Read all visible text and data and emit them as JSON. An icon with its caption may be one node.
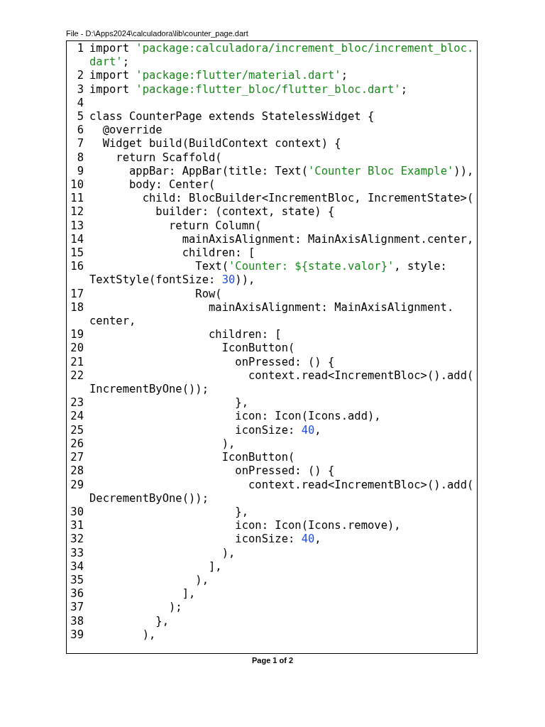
{
  "diagram": {
    "title": "File - D:\\Apps2024\\calculadora\\lib\\counter_page.dart",
    "caption": "Page 1 of 2",
    "labels": [
      "1",
      "import 'package:calculadora/increment_bloc/increment_bloc.dart';",
      "2",
      "import 'package:flutter/material.dart';",
      "3",
      "import 'package:flutter_bloc/flutter_bloc.dart';",
      "4",
      "5",
      "class CounterPage extends StatelessWidget {",
      "6",
      "  @override",
      "7",
      "  Widget build(BuildContext context) {",
      "8",
      "    return Scaffold(",
      "9",
      "      appBar: AppBar(title: Text('Counter Bloc Example')),",
      "10",
      "      body: Center(",
      "11",
      "        child: BlocBuilder<IncrementBloc, IncrementState>(",
      "12",
      "          builder: (context, state) {",
      "13",
      "            return Column(",
      "14",
      "              mainAxisAlignment: MainAxisAlignment.center,",
      "15",
      "              children: [",
      "16",
      "                Text('Counter: ${state.valor}', style: TextStyle(fontSize: 30)),",
      "17",
      "                Row(",
      "18",
      "                  mainAxisAlignment: MainAxisAlignment.center,",
      "19",
      "                  children: [",
      "20",
      "                    IconButton(",
      "21",
      "                      onPressed: () {",
      "22",
      "                        context.read<IncrementBloc>().add(IncrementByOne());",
      "23",
      "                      },",
      "24",
      "                      icon: Icon(Icons.add),",
      "25",
      "                      iconSize: 40,",
      "26",
      "                    ),",
      "27",
      "                    IconButton(",
      "28",
      "                      onPressed: () {",
      "29",
      "                        context.read<IncrementBloc>().add(DecrementByOne());",
      "30",
      "                      },",
      "31",
      "                      icon: Icon(Icons.remove),",
      "32",
      "                      iconSize: 40,",
      "33",
      "                    ),",
      "34",
      "                  ],",
      "35",
      "                ),",
      "36",
      "              ],",
      "37",
      "            );",
      "38",
      "          },",
      "39",
      "        ),"
    ]
  }
}
